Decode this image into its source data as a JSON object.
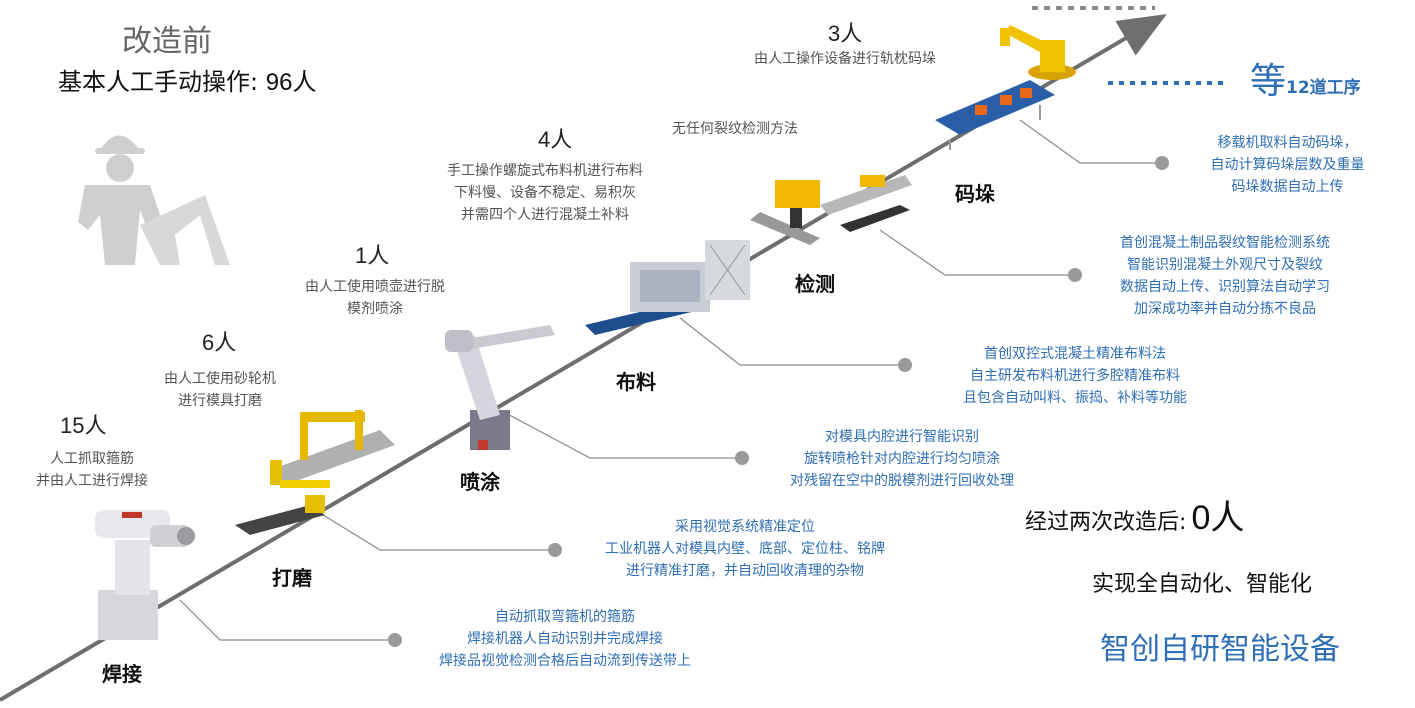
{
  "before": {
    "title": "改造前",
    "subtitle_prefix": "基本人工手动操作:",
    "subtitle_count": "96人"
  },
  "stages": [
    {
      "name": "焊接",
      "count": "15人",
      "manual_desc": [
        "人工抓取箍筋",
        "并由人工进行焊接"
      ],
      "auto_desc": [
        "自动抓取弯箍机的箍筋",
        "焊接机器人自动识别并完成焊接",
        "焊接品视觉检测合格后自动流到传送带上"
      ]
    },
    {
      "name": "打磨",
      "count": "6人",
      "manual_desc": [
        "由人工使用砂轮机",
        "进行模具打磨"
      ],
      "auto_desc": [
        "采用视觉系统精准定位",
        "工业机器人对模具内壁、底部、定位柱、铭牌",
        "进行精准打磨，并自动回收清理的杂物"
      ]
    },
    {
      "name": "喷涂",
      "count": "1人",
      "manual_desc": [
        "由人工使用喷壶进行脱",
        "模剂喷涂"
      ],
      "auto_desc": [
        "对模具内腔进行智能识别",
        "旋转喷枪针对内腔进行均匀喷涂",
        "对残留在空中的脱模剂进行回收处理"
      ]
    },
    {
      "name": "布料",
      "count": "4人",
      "manual_desc": [
        "手工操作螺旋式布料机进行布料",
        "下料慢、设备不稳定、易积灰",
        "并需四个人进行混凝土补料"
      ],
      "auto_desc": [
        "首创双控式混凝土精准布料法",
        "自主研发布料机进行多腔精准布料",
        "且包含自动叫料、振捣、补料等功能"
      ]
    },
    {
      "name": "检测",
      "count": "",
      "manual_desc": [
        "无任何裂纹检测方法"
      ],
      "auto_desc": [
        "首创混凝土制品裂纹智能检测系统",
        "智能识别混凝土外观尺寸及裂纹",
        "数据自动上传、识别算法自动学习",
        "加深成功率并自动分拣不良品"
      ]
    },
    {
      "name": "码垛",
      "count": "3人",
      "manual_desc": [
        "由人工操作设备进行轨枕码垛"
      ],
      "auto_desc": [
        "移载机取料自动码垛，",
        "自动计算码垛层数及重量",
        "码垛数据自动上传"
      ]
    }
  ],
  "more": {
    "prefix": "等",
    "suffix": "12道工序"
  },
  "after": {
    "prefix": "经过两次改造后:",
    "count": "0人",
    "line2": "实现全自动化、智能化",
    "line3": "智创自研智能设备"
  },
  "colors": {
    "accent": "#2f6fb5",
    "line": "#6e6e6e",
    "dot": "#999999",
    "worker": "#cfcfcf"
  }
}
